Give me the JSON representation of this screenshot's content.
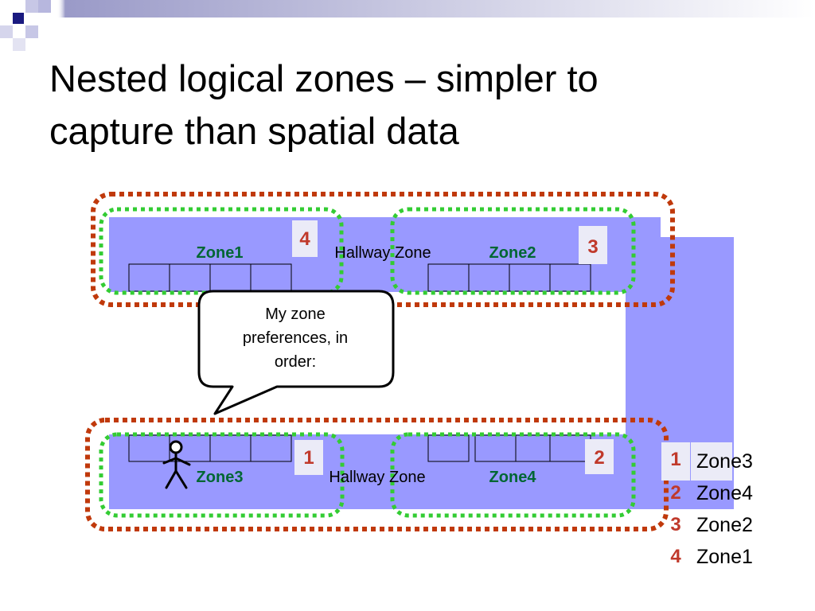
{
  "slide": {
    "title_line1": "Nested logical zones – simpler to",
    "title_line2": "capture than spatial data"
  },
  "diagram": {
    "colors": {
      "hallway": "#9999ff",
      "outer_zone": "#c0390b",
      "inner_zone": "#33cc33",
      "zone_label": "#006633",
      "rank_number": "#c0392b",
      "badge_bg": "#ebebf7",
      "line": "#000000"
    },
    "top_hallway": {
      "hallway_label": "Hallway Zone",
      "left_zone": {
        "label": "Zone1",
        "rank": "4"
      },
      "right_zone": {
        "label": "Zone2",
        "rank": "3"
      }
    },
    "bottom_hallway": {
      "hallway_label": "Hallway Zone",
      "left_zone": {
        "label": "Zone3",
        "rank": "1"
      },
      "right_zone": {
        "label": "Zone4",
        "rank": "2"
      }
    },
    "speech_bubble": {
      "line1": "My zone",
      "line2": "preferences, in",
      "line3": "order:"
    },
    "person_icon": "stick-figure-icon",
    "preferences": [
      {
        "rank": "1",
        "zone": "Zone3"
      },
      {
        "rank": "2",
        "zone": "Zone4"
      },
      {
        "rank": "3",
        "zone": "Zone2"
      },
      {
        "rank": "4",
        "zone": "Zone1"
      }
    ]
  }
}
